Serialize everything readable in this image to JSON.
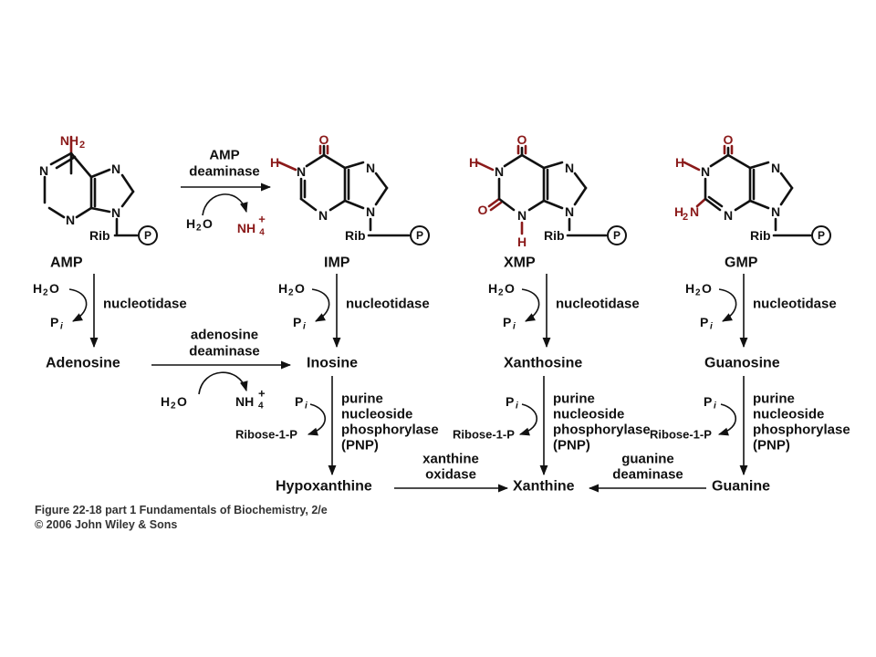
{
  "colors": {
    "text": "#111111",
    "highlight": "#8b1a1a",
    "caption": "#333333",
    "background": "#ffffff"
  },
  "atoms": {
    "N": "N",
    "O": "O",
    "H": "H",
    "NH2": "NH",
    "H2N": "H",
    "two": "2",
    "Rib": "Rib",
    "P": "P"
  },
  "compounds": {
    "amp": "AMP",
    "imp": "IMP",
    "xmp": "XMP",
    "gmp": "GMP",
    "adenosine": "Adenosine",
    "inosine": "Inosine",
    "xanthosine": "Xanthosine",
    "guanosine": "Guanosine",
    "hypoxanthine": "Hypoxanthine",
    "xanthine": "Xanthine",
    "guanine": "Guanine"
  },
  "enzymes": {
    "amp_deaminase_line1": "AMP",
    "amp_deaminase_line2": "deaminase",
    "nucleotidase": "nucleotidase",
    "adenosine_deaminase_line1": "adenosine",
    "adenosine_deaminase_line2": "deaminase",
    "pnp_line1": "purine",
    "pnp_line2": "nucleoside",
    "pnp_line3": "phosphorylase",
    "pnp_line4": "(PNP)",
    "xanthine_oxidase_line1": "xanthine",
    "xanthine_oxidase_line2": "oxidase",
    "guanine_deaminase_line1": "guanine",
    "guanine_deaminase_line2": "deaminase"
  },
  "cosubstrates": {
    "water_H": "H",
    "water_2": "2",
    "water_O": "O",
    "ammonium": "NH",
    "ammonium_sub": "4",
    "ammonium_sup": "+",
    "pi_P": "P",
    "pi_i": "i",
    "ribose1p": "Ribose-1-P"
  },
  "caption": {
    "line1": "Figure 22-18 part 1  Fundamentals of Biochemistry, 2/e",
    "line2": "© 2006 John Wiley & Sons"
  },
  "icons": {
    "phosphate": "circled-P-icon"
  }
}
